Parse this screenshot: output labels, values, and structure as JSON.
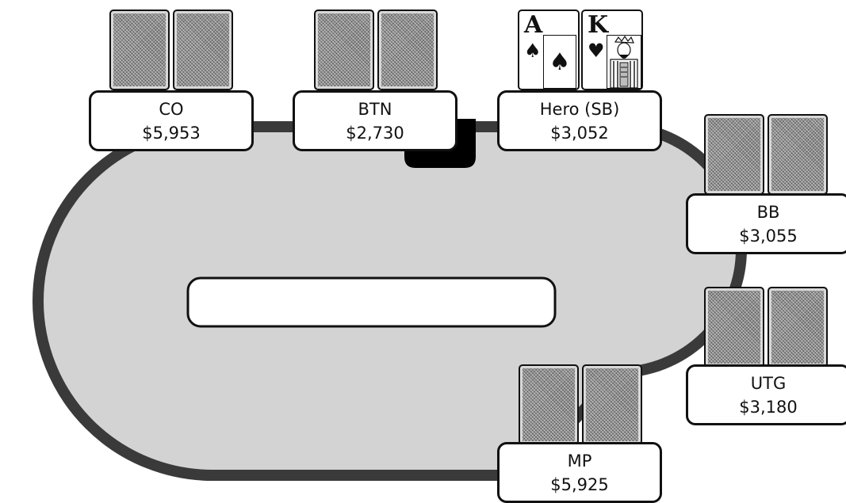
{
  "table": {
    "felt_color": "#d3d3d3",
    "rail_color": "#3a3a3a"
  },
  "seats": {
    "co": {
      "name": "CO",
      "stack": "$5,953"
    },
    "btn": {
      "name": "BTN",
      "stack": "$2,730"
    },
    "hero": {
      "name": "Hero (SB)",
      "stack": "$3,052"
    },
    "bb": {
      "name": "BB",
      "stack": "$3,055"
    },
    "utg": {
      "name": "UTG",
      "stack": "$3,180"
    },
    "mp": {
      "name": "MP",
      "stack": "$5,925"
    }
  },
  "hero_cards": [
    {
      "rank": "A",
      "suit": "♠",
      "suit_name": "spades"
    },
    {
      "rank": "K",
      "suit": "♥",
      "suit_name": "hearts"
    }
  ],
  "board": {
    "cards": []
  },
  "dealer_button": {
    "seat": "btn"
  },
  "icons": {
    "card_back": "card-back-icon",
    "dealer": "dealer-button-icon"
  }
}
